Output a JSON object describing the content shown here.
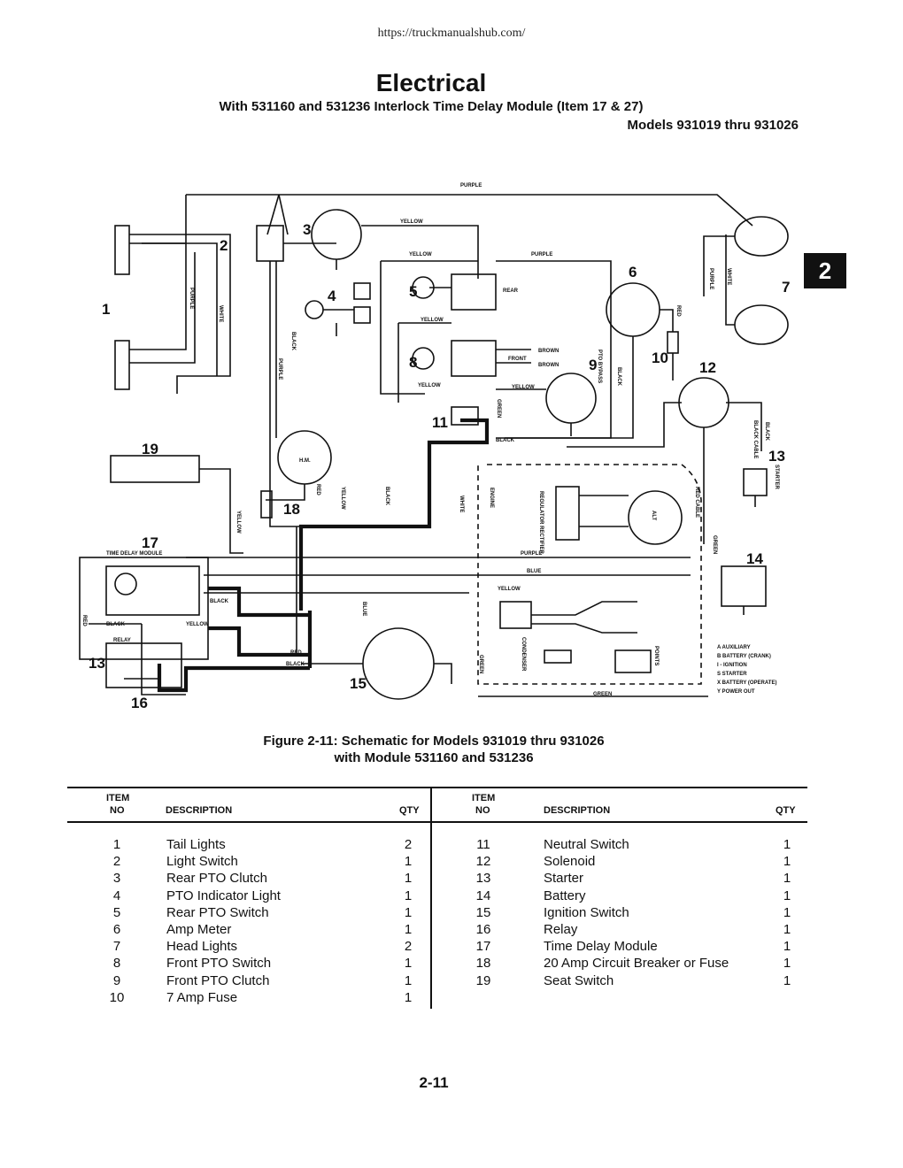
{
  "header": {
    "url": "https://truckmanualshub.com/",
    "title": "Electrical",
    "subtitle": "With 531160 and 531236 Interlock Time Delay Module (Item 17 & 27)",
    "models": "Models 931019 thru 931026",
    "section_tab": "2"
  },
  "diagram": {
    "wire_labels": {
      "purple_top": "PURPLE",
      "yellow_1": "YELLOW",
      "yellow_2": "YELLOW",
      "purple_2": "PURPLE",
      "rear": "REAR",
      "yellow_3": "YELLOW",
      "brown_1": "BROWN",
      "front": "FRONT",
      "brown_2": "BROWN",
      "pto_bypass": "PTO BYPASS",
      "yellow_4": "YELLOW",
      "yellow_5": "YELLOW",
      "black_1": "BLACK",
      "purple_left": "PURPLE",
      "white_left": "WHITE",
      "black_2": "BLACK",
      "purple_3": "PURPLE",
      "red_1": "RED",
      "black_3": "BLACK",
      "green_1": "GREEN",
      "black_4": "BLACK",
      "hm": "H.M.",
      "red_2": "RED",
      "yellow_6": "YELLOW",
      "black_5": "BLACK",
      "white_2": "WHITE",
      "engine": "ENGINE",
      "regulator": "REGULATOR RECTIFIER",
      "alt": "ALT",
      "purple_4": "PURPLE",
      "blue_1": "BLUE",
      "yellow_7": "YELLOW",
      "blue_2": "BLUE",
      "condenser": "CONDENSER",
      "points": "POINTS",
      "green_2": "GREEN",
      "green_3": "GREEN",
      "green_4": "GREEN",
      "black_cable": "BLACK CABLE",
      "red_cable": "RED CABLE",
      "starter": "STARTER",
      "time_delay_module": "TIME DELAY MODULE",
      "black_6": "BLACK",
      "black_7": "BLACK",
      "yellow_8": "YELLOW",
      "relay": "RELAY",
      "red_3": "RED",
      "black_8": "BLACK",
      "red_4": "RED",
      "yellow_9": "YELLOW",
      "purple_right": "PURPLE",
      "white_right": "WHITE"
    },
    "legend": [
      "A  AUXILIARY",
      "B  BATTERY (CRANK)",
      "I  - IGNITION",
      "S  STARTER",
      "X  BATTERY (OPERATE)",
      "Y  POWER OUT"
    ],
    "callouts": {
      "c1": "1",
      "c2": "2",
      "c3": "3",
      "c4": "4",
      "c5": "5",
      "c6": "6",
      "c7": "7",
      "c8": "8",
      "c9": "9",
      "c10": "10",
      "c11": "11",
      "c12": "12",
      "c13": "13",
      "c14": "14",
      "c15": "15",
      "c16": "16",
      "c17": "17",
      "c18": "18",
      "c19": "19",
      "c13b": "13"
    }
  },
  "caption": {
    "line1": "Figure 2-11: Schematic for Models 931019 thru 931026",
    "line2": "with Module 531160 and 531236"
  },
  "parts_table": {
    "headers": {
      "item_line1": "ITEM",
      "item_line2": "NO",
      "description": "DESCRIPTION",
      "qty": "QTY"
    },
    "left": [
      {
        "no": "1",
        "description": "Tail Lights",
        "qty": "2"
      },
      {
        "no": "2",
        "description": "Light Switch",
        "qty": "1"
      },
      {
        "no": "3",
        "description": "Rear PTO Clutch",
        "qty": "1"
      },
      {
        "no": "4",
        "description": "PTO Indicator Light",
        "qty": "1"
      },
      {
        "no": "5",
        "description": "Rear PTO Switch",
        "qty": "1"
      },
      {
        "no": "6",
        "description": "Amp Meter",
        "qty": "1"
      },
      {
        "no": "7",
        "description": "Head Lights",
        "qty": "2"
      },
      {
        "no": "8",
        "description": "Front PTO Switch",
        "qty": "1"
      },
      {
        "no": "9",
        "description": "Front PTO Clutch",
        "qty": "1"
      },
      {
        "no": "10",
        "description": "7 Amp Fuse",
        "qty": "1"
      }
    ],
    "right": [
      {
        "no": "11",
        "description": "Neutral Switch",
        "qty": "1"
      },
      {
        "no": "12",
        "description": "Solenoid",
        "qty": "1"
      },
      {
        "no": "13",
        "description": "Starter",
        "qty": "1"
      },
      {
        "no": "14",
        "description": "Battery",
        "qty": "1"
      },
      {
        "no": "15",
        "description": "Ignition Switch",
        "qty": "1"
      },
      {
        "no": "16",
        "description": "Relay",
        "qty": "1"
      },
      {
        "no": "17",
        "description": "Time Delay Module",
        "qty": "1"
      },
      {
        "no": "18",
        "description": "20 Amp Circuit Breaker or Fuse",
        "qty": "1"
      },
      {
        "no": "19",
        "description": "Seat Switch",
        "qty": "1"
      }
    ]
  },
  "footer": {
    "page_number": "2-11"
  }
}
